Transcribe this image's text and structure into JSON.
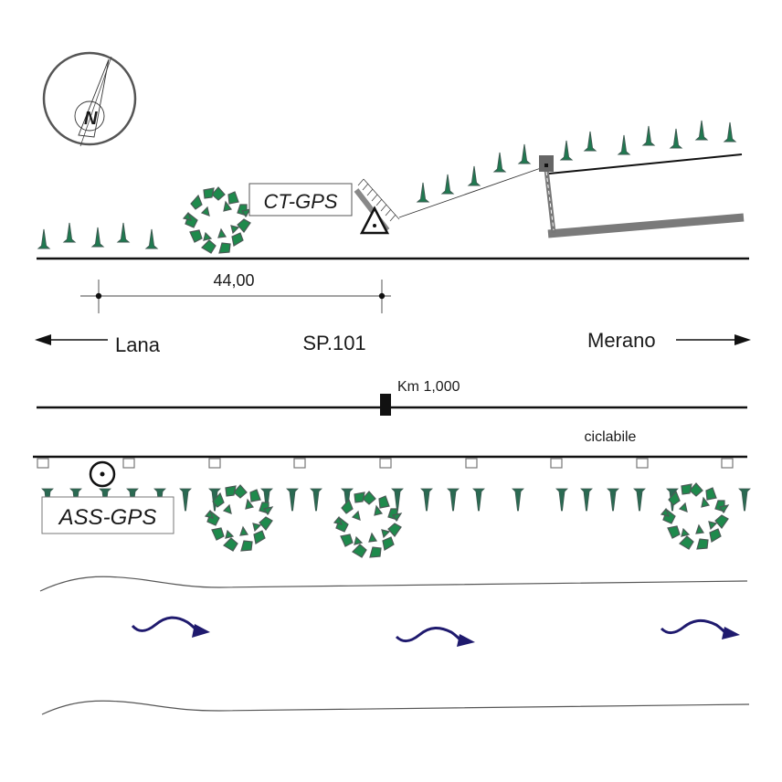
{
  "labels": {
    "ct_gps": "CT-GPS",
    "ass_gps": "ASS-GPS",
    "distance": "44,00",
    "left_destination": "Lana",
    "road_name": "SP.101",
    "right_destination": "Merano",
    "km_marker": "Km 1,000",
    "cycle_path": "ciclabile",
    "north": "N"
  },
  "icons": {
    "compass": "north-arrow-compass",
    "tree": "tree-canopy",
    "cypress": "cypress-tree",
    "triangle": "survey-benchmark-triangle",
    "circle": "survey-point-circle",
    "flow": "river-flow-arrow"
  },
  "colors": {
    "tree_green": "#1e8a4c",
    "tree_outline": "#4a5a55",
    "cypress_green": "#1e7a50",
    "cypress_dark": "#3c5a50",
    "river_arrow": "#1f1a6e",
    "road_line": "#1a1a1a",
    "wall_gray": "#7a7a7a",
    "riverbank": "#555555"
  }
}
